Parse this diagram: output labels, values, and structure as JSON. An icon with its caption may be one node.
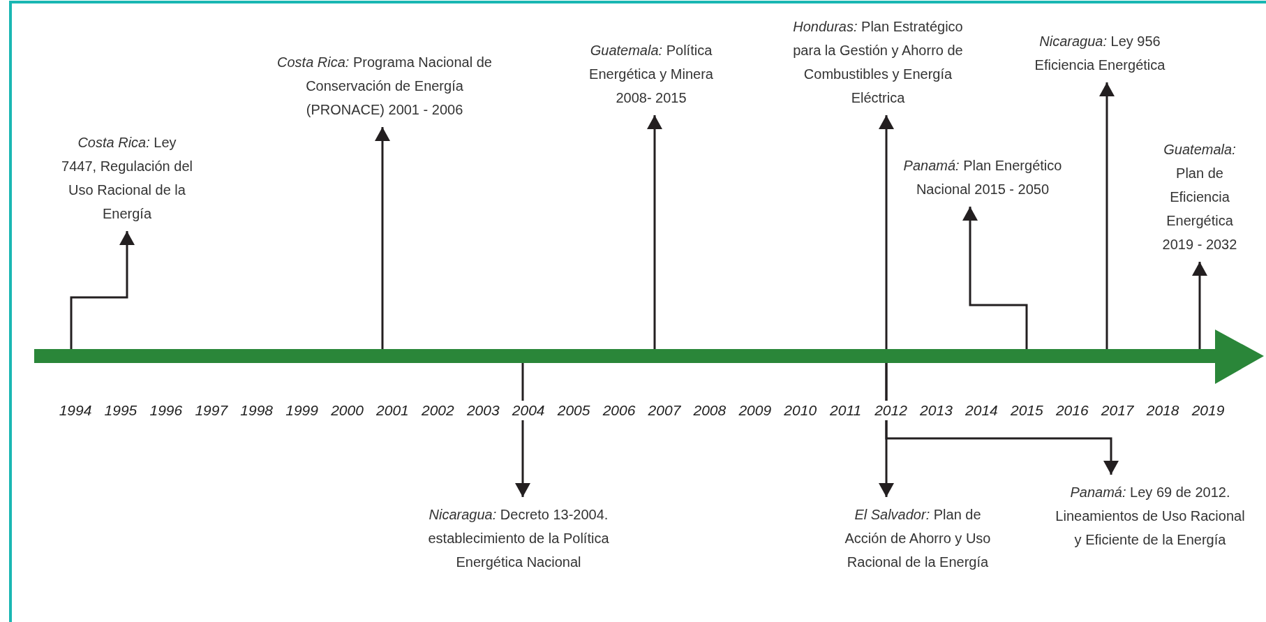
{
  "diagram": {
    "nodes": [
      {
        "text": [],
        "shape": "bar"
      },
      {
        "text": [
          "*Costa Rica:* Ley 7447, Regulación del Uso Racional de la Energía"
        ]
      },
      {
        "text": [
          "*Costa Rica:* Programa Nacional de Conservación de Energía (PRONACE) 2001 - 2006"
        ]
      },
      {
        "text": [
          "*Guatemala:* Política Energética y Minera 2008- 2015"
        ]
      },
      {
        "text": [
          "*Honduras:* Plan Estratégico para la Gestión y Ahorro de Combustibles y Energía Eléctrica"
        ]
      },
      {
        "text": [
          "*Panamá:* Plan Energético Nacional 2015 - 2050"
        ]
      },
      {
        "text": [
          "*Nicaragua:* Ley 956 Eficiencia Energética"
        ]
      },
      {
        "text": [
          "*Guatemala:* Plan de Eficiencia Energética 2019 - 2032"
        ]
      },
      {
        "text": [
          "*Nicaragua:* Decreto 13-2004. establecimiento de la Política Energética Nacional"
        ]
      },
      {
        "text": [
          "*El Salvador:* Plan de Acción de  Ahorro y Uso Racional de la Energía"
        ]
      },
      {
        "text": [
          "*Panamá:* Ley 69 de 2012. Lineamientos de Uso Racional y Eficiente de la Energía"
        ]
      }
    ],
    "edges": [
      {
        "from": 0,
        "to": 1,
        "arrow": "to"
      },
      {
        "from": 0,
        "to": 2,
        "arrow": "to"
      },
      {
        "from": 0,
        "to": 3,
        "arrow": "to"
      },
      {
        "from": 0,
        "to": 4,
        "arrow": "to"
      },
      {
        "from": 0,
        "to": 5,
        "arrow": "to"
      },
      {
        "from": 0,
        "to": 6,
        "arrow": "to"
      },
      {
        "from": 0,
        "to": 7,
        "arrow": "to"
      },
      {
        "from": 0,
        "to": 8,
        "arrow": "to"
      },
      {
        "from": 0,
        "to": 9,
        "arrow": "to"
      },
      {
        "from": 0,
        "to": 10,
        "arrow": "to"
      }
    ],
    "labels": [
      "1994",
      "1995",
      "1996",
      "1997",
      "1998",
      "1999",
      "2000",
      "2001",
      "2002",
      "2003",
      "2004",
      "2005",
      "2006",
      "2007",
      "2008",
      "2009",
      "2010",
      "2011",
      "2012",
      "2013",
      "2014",
      "2015",
      "2016",
      "2017",
      "2018",
      "2019"
    ]
  }
}
